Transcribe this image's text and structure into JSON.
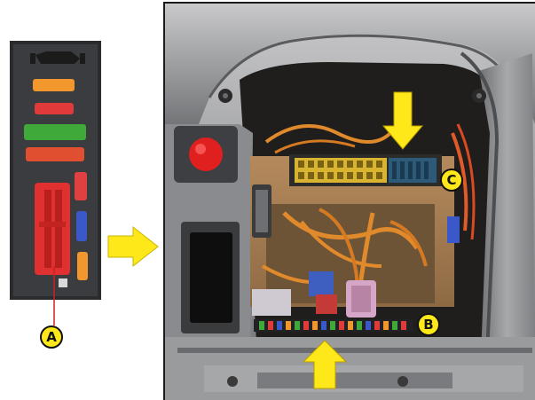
{
  "callouts": {
    "a": "A",
    "b": "B",
    "c": "C"
  },
  "colors": {
    "highlight_yellow": "#ffe81a",
    "fuse_orange": "#f2962e",
    "fuse_red": "#e03a3a",
    "fuse_green": "#3faa3a",
    "fuse_blue": "#3a58c8",
    "wire_orange": "#e08a2c",
    "trim_grey": "#8f9092",
    "button_red": "#e01f1f"
  }
}
